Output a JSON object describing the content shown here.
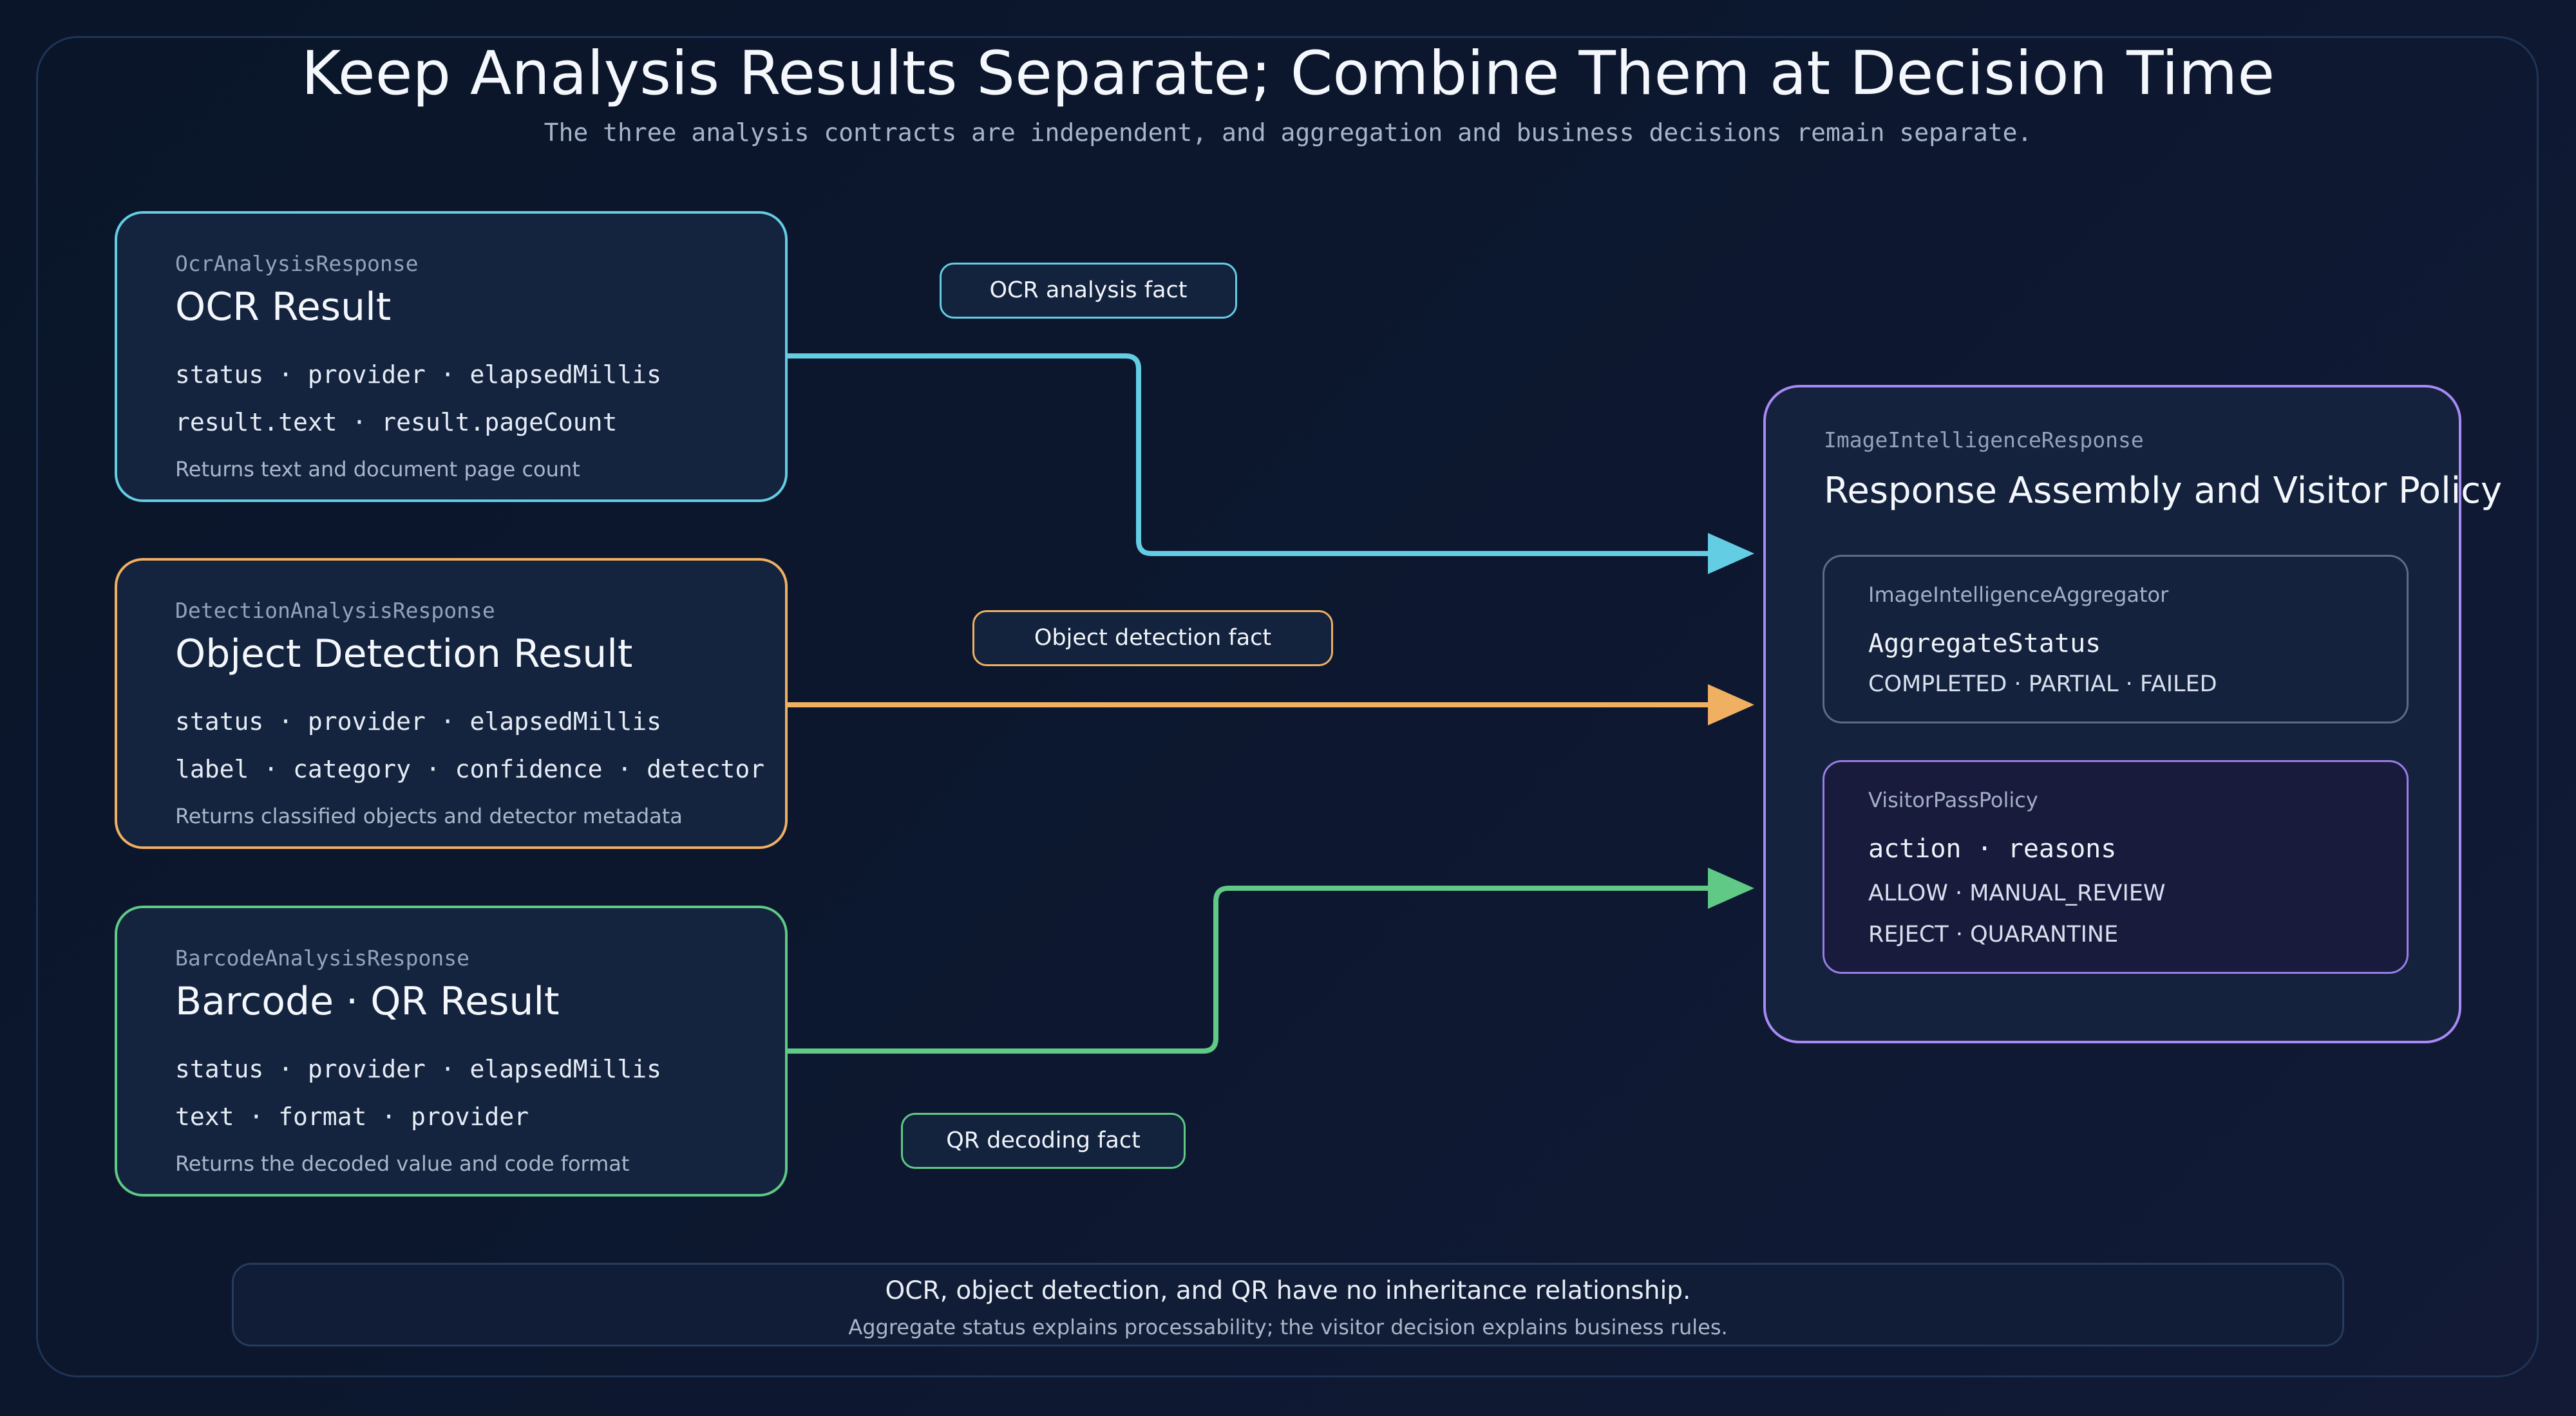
{
  "title": "Keep Analysis Results Separate; Combine Them at Decision Time",
  "subtitle": "The three analysis contracts are independent, and aggregation and business decisions remain separate.",
  "colors": {
    "background": "#0b1428",
    "ocr": "#63cde3",
    "detection": "#f0b061",
    "barcode": "#5fc985",
    "policy": "#a989f5"
  },
  "sources": [
    {
      "tag": "OcrAnalysisResponse",
      "heading": "OCR Result",
      "fields_line1": "status · provider · elapsedMillis",
      "fields_line2": "result.text · result.pageCount",
      "description": "Returns text and document page count",
      "edge_label": "OCR analysis fact"
    },
    {
      "tag": "DetectionAnalysisResponse",
      "heading": "Object Detection Result",
      "fields_line1": "status · provider · elapsedMillis",
      "fields_line2": "label · category · confidence · detector",
      "description": "Returns classified objects and detector metadata",
      "edge_label": "Object detection fact"
    },
    {
      "tag": "BarcodeAnalysisResponse",
      "heading": "Barcode · QR Result",
      "fields_line1": "status · provider · elapsedMillis",
      "fields_line2": "text · format · provider",
      "description": "Returns the decoded value and code format",
      "edge_label": "QR decoding fact"
    }
  ],
  "target": {
    "tag": "ImageIntelligenceResponse",
    "heading": "Response Assembly and Visitor Policy",
    "aggregator": {
      "tag": "ImageIntelligenceAggregator",
      "field": "AggregateStatus",
      "values": "COMPLETED · PARTIAL · FAILED"
    },
    "policy": {
      "tag": "VisitorPassPolicy",
      "fields": "action · reasons",
      "values_line1": "ALLOW · MANUAL_REVIEW",
      "values_line2": "REJECT · QUARANTINE"
    }
  },
  "footer": {
    "line1": "OCR, object detection, and QR have no inheritance relationship.",
    "line2": "Aggregate status explains processability; the visitor decision explains business rules."
  }
}
